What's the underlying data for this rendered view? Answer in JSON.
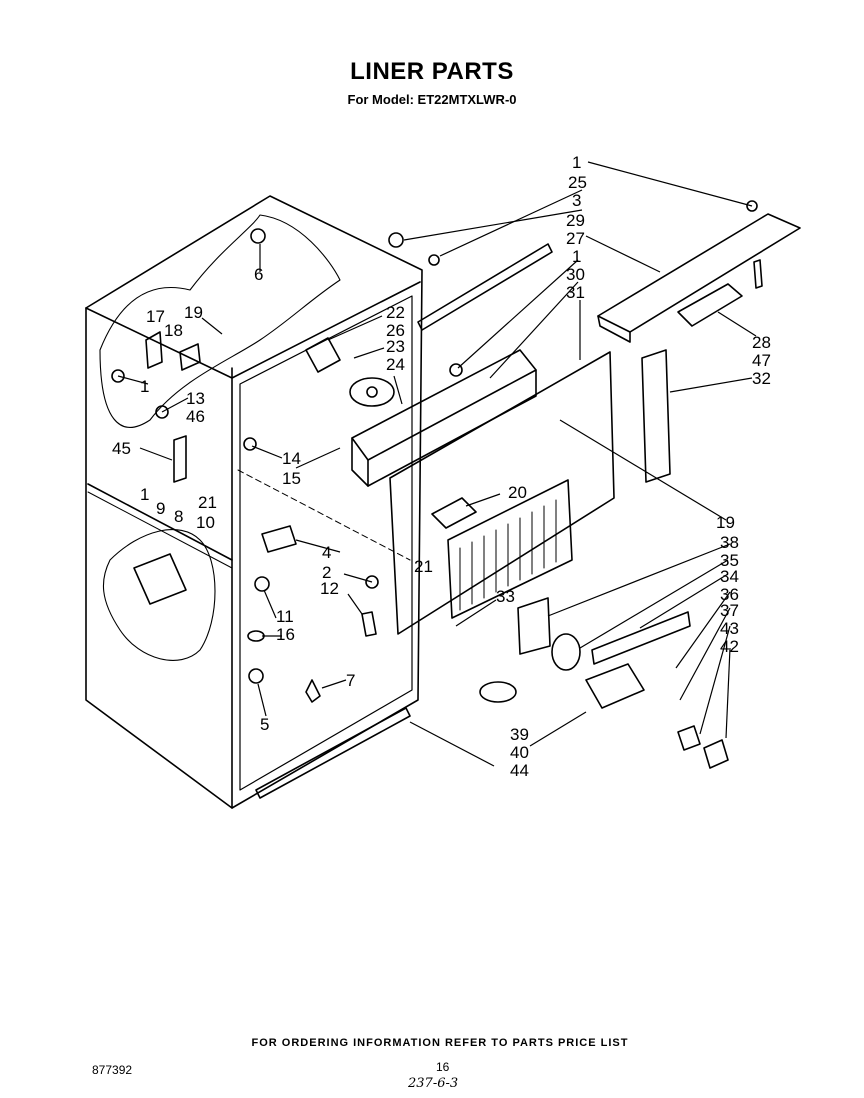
{
  "header": {
    "title": "LINER PARTS",
    "subtitle": "For Model: ET22MTXLWR-0"
  },
  "footer": {
    "ordering_note": "FOR ORDERING INFORMATION REFER TO PARTS PRICE LIST",
    "doc_number": "877392",
    "page_number": "16",
    "handwritten_note": "237-6-3"
  },
  "callouts": {
    "c1a": "1",
    "c25": "25",
    "c3": "3",
    "c29": "29",
    "c27": "27",
    "c1b": "1",
    "c30": "30",
    "c31": "31",
    "c22": "22",
    "c26": "26",
    "c23": "23",
    "c24": "24",
    "c28": "28",
    "c47": "47",
    "c32": "32",
    "c17": "17",
    "c19a": "19",
    "c18": "18",
    "c1c": "1",
    "c13": "13",
    "c46": "46",
    "c45": "45",
    "c14": "14",
    "c15": "15",
    "c21a": "21",
    "c20": "20",
    "c19b": "19",
    "c38": "38",
    "c35": "35",
    "c34": "34",
    "c36": "36",
    "c37": "37",
    "c43": "43",
    "c42": "42",
    "c1d": "1",
    "c9": "9",
    "c8": "8",
    "c10": "10",
    "c4": "4",
    "c21b": "21",
    "c2": "2",
    "c12": "12",
    "c33": "33",
    "c11": "11",
    "c16": "16",
    "c7": "7",
    "c5": "5",
    "c39": "39",
    "c40": "40",
    "c44": "44",
    "c6": "6"
  }
}
